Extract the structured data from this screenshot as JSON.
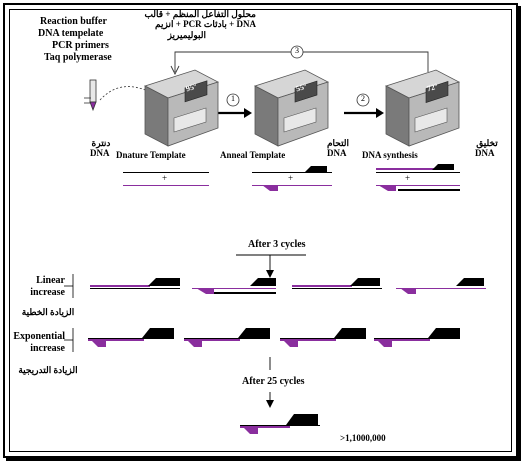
{
  "ingredients": {
    "english": [
      "Reaction buffer",
      "DNA tempelate",
      "PCR primers",
      "Taq polymerase"
    ],
    "arabic": [
      "محلول التفاعل المنظم + قالب",
      "DNA + بادئات PCR + انزيم",
      "البوليميريز"
    ]
  },
  "machines": {
    "temps": [
      "95°",
      "55°",
      "72°"
    ],
    "step_numbers": [
      "1",
      "2",
      "3"
    ]
  },
  "stage_labels": {
    "denature_ar": "دنترة",
    "denature_ar_dna": "DNA",
    "denature_en": "Dnature Template",
    "anneal_en": "Anneal Template",
    "anneal_ar": "التحام",
    "anneal_ar_dna": "DNA",
    "synthesis_en": "DNA synthesis",
    "synthesis_ar": "تخليق",
    "synthesis_ar_dna": "DNA"
  },
  "plus_sign": "+",
  "cycles": {
    "after3": "After 3 cycles",
    "after25": "After 25 cycles",
    "copies": ">1,1000,000"
  },
  "growth": {
    "linear_en": [
      "Linear",
      "increase"
    ],
    "linear_ar": "الزيادة الخطية",
    "exponential_en": [
      "Exponential",
      "increase"
    ],
    "exponential_ar": "الزيادة التدريجية"
  },
  "colors": {
    "strand": "#000000",
    "new_strand": "#8a2e9e",
    "machine_body": "#b9b9b9",
    "machine_dark": "#6e6e6e",
    "display": "#4a4a4a"
  }
}
